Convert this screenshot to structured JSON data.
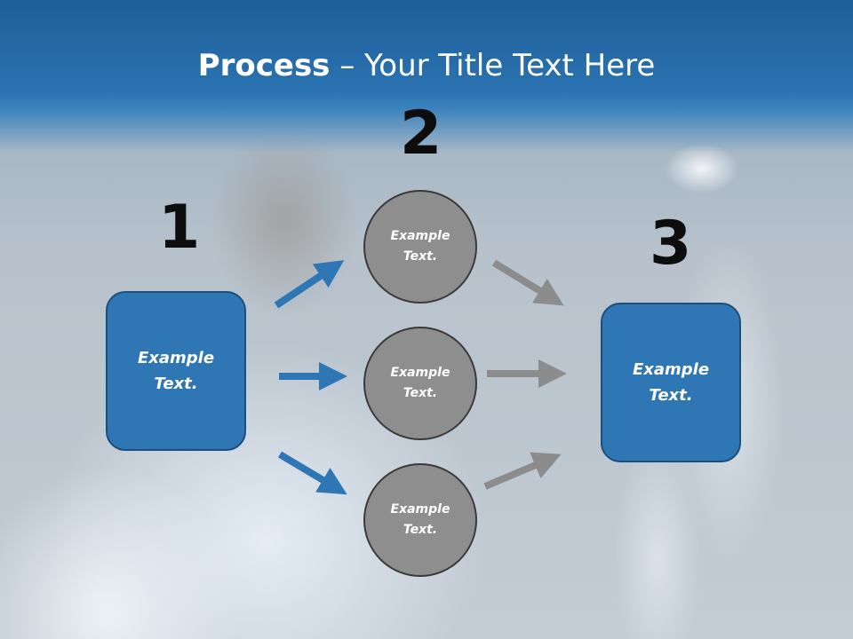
{
  "title": {
    "bold": "Process",
    "rest": " – Your Title Text Here"
  },
  "steps": {
    "one": {
      "number": "1",
      "line1": "Example",
      "line2": "Text."
    },
    "two": {
      "number": "2",
      "circles": [
        {
          "line1": "Example",
          "line2": "Text."
        },
        {
          "line1": "Example",
          "line2": "Text."
        },
        {
          "line1": "Example",
          "line2": "Text."
        }
      ]
    },
    "three": {
      "number": "3",
      "line1": "Example",
      "line2": "Text."
    }
  },
  "colors": {
    "box_fill": "#2f76b5",
    "box_border": "#1e4f7a",
    "circle_fill": "#8e8e8e",
    "blue_arrow": "#2f76b5",
    "gray_arrow": "#8c8c8c"
  }
}
